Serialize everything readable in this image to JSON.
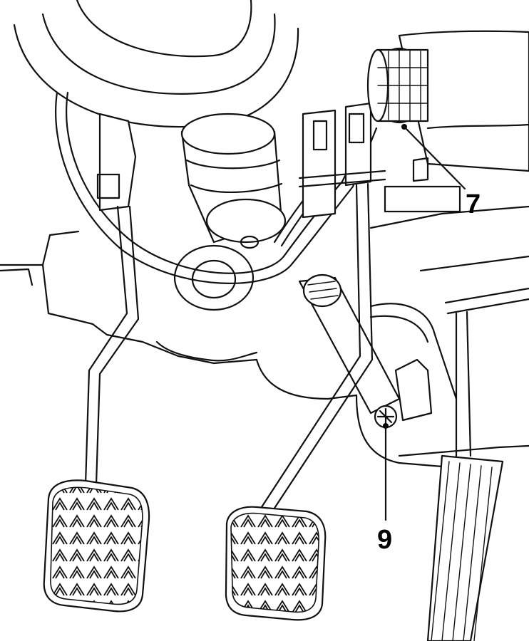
{
  "diagram": {
    "callouts": [
      {
        "id": "callout-7",
        "label": "7"
      },
      {
        "id": "callout-9",
        "label": "9"
      }
    ],
    "colors": {
      "line": "#111111",
      "background": "#ffffff"
    }
  }
}
